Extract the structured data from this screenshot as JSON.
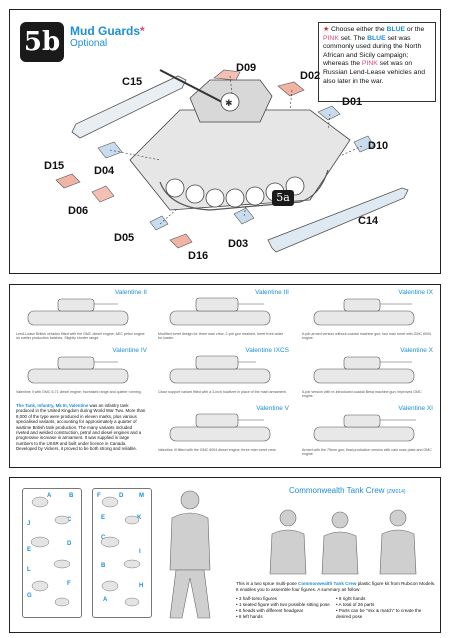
{
  "step": {
    "number": "5",
    "letter": "b",
    "title": "Mud Guards",
    "title_mark": "*",
    "subtitle": "Optional",
    "sub_step": "5a"
  },
  "note": {
    "star": "★",
    "p1": "Choose either the ",
    "blue": "BLUE",
    "p2": " or the ",
    "pink": "PINK",
    "p3": " set.  The ",
    "blue2": "BLUE",
    "p4": " set was commonly used during the North African and Sicily campaign; whereas the ",
    "pink2": "PINK",
    "p5": " set was on Russian Lend-Lease vehicles and also later in the war."
  },
  "parts": {
    "c15": "C15",
    "d09": "D09",
    "d02": "D02",
    "d01": "D01",
    "d10": "D10",
    "d15": "D15",
    "d04": "D04",
    "d06": "D06",
    "d05": "D05",
    "d16": "D16",
    "d03": "D03",
    "c14": "C14"
  },
  "variants": [
    {
      "name": "Valentine II",
      "desc": "Lend-Lease British vehicles fitted with the GMC diesel engine; AEC petrol engine on earlier production batches. Slightly shorter range."
    },
    {
      "name": "Valentine III",
      "desc": "Modified turret design for three man crew; 2-pdr gun retained, turret front wider for loader."
    },
    {
      "name": "Valentine IX",
      "desc": "6-pdr armed version without coaxial machine gun; two man turret with GMC 6004 engine."
    },
    {
      "name": "Valentine IV",
      "desc": "Valentine II with GMC 6-71 diesel engine; increased range and quieter running."
    },
    {
      "name": "Valentine IXCS",
      "desc": "Close support variant fitted with a 3-inch howitzer in place of the main armament."
    },
    {
      "name": "Valentine X",
      "desc": "6-pdr version with re-introduced coaxial Besa machine gun; improved GMC engine."
    },
    {
      "name": "Valentine V",
      "desc": "Valentine III fitted with the GMC 6004 diesel engine; three man turret crew."
    },
    {
      "name": "Valentine XI",
      "desc": "Armed with the 75mm gun; final production version with cast nose plate and GMC engine."
    }
  ],
  "history": {
    "lead": "The Tank, Infantry, Mk III, Valentine",
    "body": " was an infantry tank produced in the United Kingdom during World War Two. More than 8,000 of the type were produced in eleven marks, plus various specialised variants, accounting for approximately a quarter of wartime British tank production. The many variants included riveted and welded construction, petrol and diesel engines and a progressive increase in armament. It was supplied in large numbers to the USSR and built under licence in Canada. Developed by Vickers, it proved to be both strong and reliable."
  },
  "sprue_letters": [
    "A",
    "B",
    "C",
    "D",
    "E",
    "F",
    "G",
    "H",
    "I",
    "J",
    "K",
    "L",
    "M"
  ],
  "crew": {
    "title": "Commonwealth Tank Crew",
    "code": "(ZM014)",
    "intro_a": "This is a two sprue multi-pose ",
    "intro_blue": "Commonwealth Tank Crew",
    "intro_b": " plastic figure kit from Rubicon Models. It enables you to assemble four figures. A summary as follow:",
    "list_left": [
      "3 half-torso figures",
      "1 seated figure with two possible sitting pose",
      "6 heads with different headgear",
      "8 left hands"
    ],
    "list_right": [
      "8 right hands",
      "A total of 26 parts",
      "Parts can be \"mix & match\" to create the desired pose"
    ]
  }
}
